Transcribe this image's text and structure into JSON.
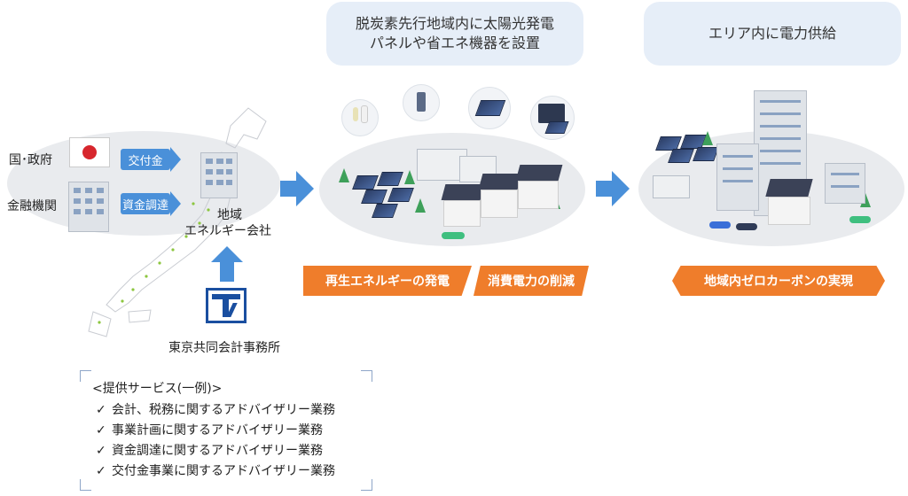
{
  "left": {
    "country_gov": "国･政府",
    "financial": "金融機関",
    "grant_label": "交付金",
    "funding_label": "資金調達",
    "company_line1": "地域",
    "company_line2": "エネルギー会社",
    "firm_name": "東京共同会計事務所",
    "firm_logo_letter": "T"
  },
  "middle": {
    "bubble_line1": "脱炭素先行地域内に太陽光発電",
    "bubble_line2": "パネルや省エネ機器を設置",
    "tag1": "再生エネルギーの発電",
    "tag2": "消費電力の削減"
  },
  "right": {
    "bubble": "エリア内に電力供給",
    "tag": "地域内ゼロカーボンの実現"
  },
  "services": {
    "title": "<提供サービス(一例)>",
    "items": [
      "会計、税務に関するアドバイザリー業務",
      "事業計画に関するアドバイザリー業務",
      "資金調達に関するアドバイザリー業務",
      "交付金事業に関するアドバイザリー業務"
    ],
    "check": "✓"
  },
  "colors": {
    "accent_blue": "#4a90d9",
    "accent_orange": "#ef7d2b",
    "ellipse_gray": "#e9ebee",
    "bubble_blue": "#e6eef8"
  }
}
